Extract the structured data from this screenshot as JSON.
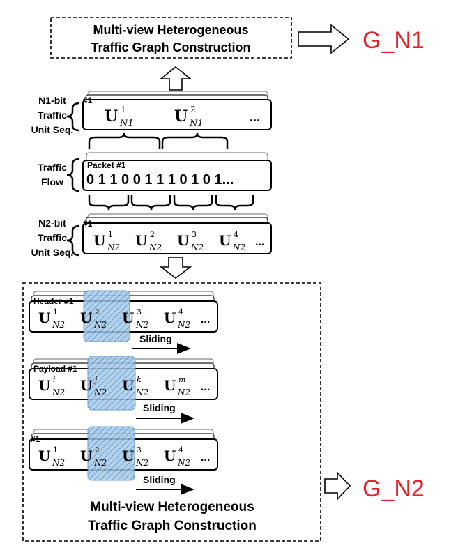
{
  "top_box": {
    "line1": "Multi-view Heterogeneous",
    "line2": "Traffic Graph Construction"
  },
  "g_n1": "G_N1",
  "g_n2": "G_N2",
  "accent_color": "#e0242b",
  "highlight_color": "#4f8fc8",
  "n1_label": [
    "N1-bit",
    "Traffic",
    "Unit Seq."
  ],
  "n1_seq": {
    "stack_tag": "#1",
    "u1": "1",
    "u2": "2",
    "sub": "N1",
    "ellipsis": "..."
  },
  "flow_label": [
    "Traffic",
    "Flow"
  ],
  "flow": {
    "header": "Packet #1",
    "bits": "0 1 1 0 0 1 1 1 0 1 0 1..."
  },
  "n2_label": [
    "N2-bit",
    "Traffic",
    "Unit Seq."
  ],
  "n2_seq": {
    "stack_tag": "#1",
    "sup": [
      "1",
      "2",
      "3",
      "4"
    ],
    "sub": "N2",
    "ellipsis": "..."
  },
  "views": [
    {
      "header": "Header #1",
      "sup": [
        "1",
        "2",
        "3",
        "4"
      ],
      "sub": "N2",
      "ellipsis": "...",
      "sliding": "Sliding"
    },
    {
      "header": "Payload #1",
      "sup": [
        "i",
        "j",
        "k",
        "m"
      ],
      "sub": "N2",
      "ellipsis": "...",
      "sliding": "Sliding"
    },
    {
      "header": "#1",
      "sup": [
        "1",
        "2",
        "3",
        "4"
      ],
      "sub": "N2",
      "ellipsis": "...",
      "sliding": "Sliding"
    }
  ],
  "bottom_caption": {
    "line1": "Multi-view Heterogeneous",
    "line2": "Traffic Graph Construction"
  }
}
